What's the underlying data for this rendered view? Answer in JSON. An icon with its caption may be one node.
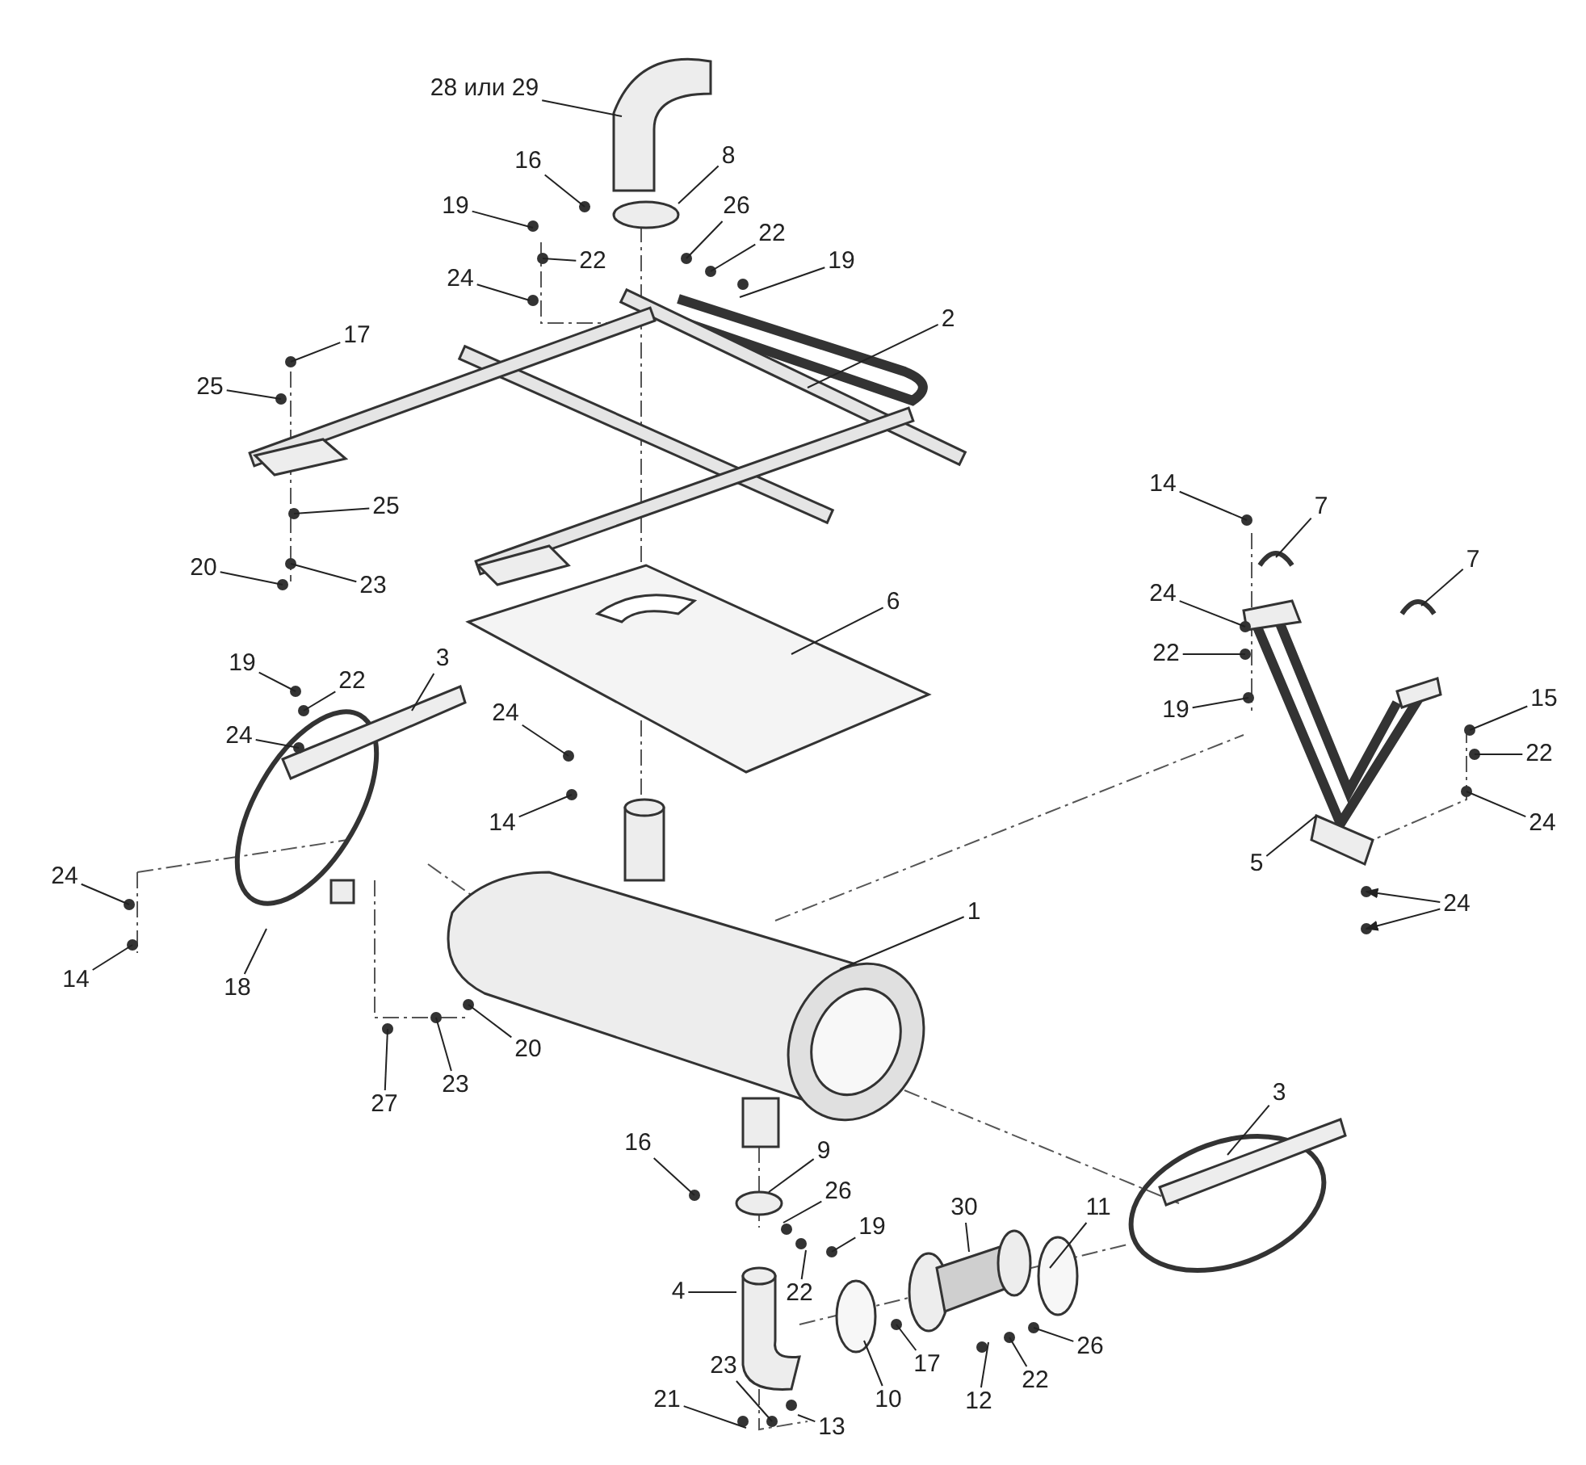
{
  "diagram": {
    "nodes": [
      {
        "text": [
          "28 или 29"
        ]
      },
      {
        "text": [
          "16"
        ]
      },
      {
        "text": [
          "8"
        ]
      },
      {
        "text": [
          "19"
        ]
      },
      {
        "text": [
          "26"
        ]
      },
      {
        "text": [
          "22"
        ]
      },
      {
        "text": [
          "22"
        ]
      },
      {
        "text": [
          "19"
        ]
      },
      {
        "text": [
          "24"
        ]
      },
      {
        "text": [
          "17"
        ]
      },
      {
        "text": [
          "2"
        ]
      },
      {
        "text": [
          "25"
        ]
      },
      {
        "text": [
          "25"
        ]
      },
      {
        "text": [
          "20"
        ]
      },
      {
        "text": [
          "23"
        ]
      },
      {
        "text": [
          "6"
        ]
      },
      {
        "text": [
          "14"
        ]
      },
      {
        "text": [
          "7"
        ]
      },
      {
        "text": [
          "7"
        ]
      },
      {
        "text": [
          "24"
        ]
      },
      {
        "text": [
          "22"
        ]
      },
      {
        "text": [
          "19"
        ]
      },
      {
        "text": [
          "19"
        ]
      },
      {
        "text": [
          "22"
        ]
      },
      {
        "text": [
          "3"
        ]
      },
      {
        "text": [
          "24"
        ]
      },
      {
        "text": [
          "24"
        ]
      },
      {
        "text": [
          "14"
        ]
      },
      {
        "text": [
          "15"
        ]
      },
      {
        "text": [
          "22"
        ]
      },
      {
        "text": [
          "24"
        ]
      },
      {
        "text": [
          "5"
        ]
      },
      {
        "text": [
          "24"
        ]
      },
      {
        "text": [
          "1"
        ]
      },
      {
        "text": [
          "24"
        ]
      },
      {
        "text": [
          "14"
        ]
      },
      {
        "text": [
          "18"
        ]
      },
      {
        "text": [
          "27"
        ]
      },
      {
        "text": [
          "23"
        ]
      },
      {
        "text": [
          "20"
        ]
      },
      {
        "text": [
          "3"
        ]
      },
      {
        "text": [
          "16"
        ]
      },
      {
        "text": [
          "9"
        ]
      },
      {
        "text": [
          "26"
        ]
      },
      {
        "text": [
          "19"
        ]
      },
      {
        "text": [
          "22"
        ]
      },
      {
        "text": [
          "30"
        ]
      },
      {
        "text": [
          "11"
        ]
      },
      {
        "text": [
          "4"
        ]
      },
      {
        "text": [
          "17"
        ]
      },
      {
        "text": [
          "10"
        ]
      },
      {
        "text": [
          "12"
        ]
      },
      {
        "text": [
          "22"
        ]
      },
      {
        "text": [
          "26"
        ]
      },
      {
        "text": [
          "21"
        ]
      },
      {
        "text": [
          "23"
        ]
      },
      {
        "text": [
          "13"
        ]
      }
    ],
    "edges": [
      {
        "from": 0,
        "to": null,
        "arrow": "none"
      },
      {
        "from": 1,
        "to": null,
        "arrow": "none"
      },
      {
        "from": 2,
        "to": null,
        "arrow": "none"
      },
      {
        "from": 3,
        "to": null,
        "arrow": "none"
      },
      {
        "from": 4,
        "to": null,
        "arrow": "none"
      },
      {
        "from": 5,
        "to": null,
        "arrow": "none"
      },
      {
        "from": 6,
        "to": null,
        "arrow": "none"
      },
      {
        "from": 7,
        "to": null,
        "arrow": "none"
      },
      {
        "from": 8,
        "to": null,
        "arrow": "none"
      },
      {
        "from": 9,
        "to": null,
        "arrow": "none"
      },
      {
        "from": 10,
        "to": null,
        "arrow": "none"
      },
      {
        "from": 11,
        "to": null,
        "arrow": "none"
      },
      {
        "from": 12,
        "to": null,
        "arrow": "none"
      },
      {
        "from": 13,
        "to": null,
        "arrow": "none"
      },
      {
        "from": 14,
        "to": null,
        "arrow": "none"
      },
      {
        "from": 15,
        "to": null,
        "arrow": "none"
      },
      {
        "from": 16,
        "to": null,
        "arrow": "none"
      },
      {
        "from": 17,
        "to": null,
        "arrow": "none"
      },
      {
        "from": 18,
        "to": null,
        "arrow": "none"
      },
      {
        "from": 19,
        "to": null,
        "arrow": "none"
      },
      {
        "from": 20,
        "to": null,
        "arrow": "none"
      },
      {
        "from": 21,
        "to": null,
        "arrow": "none"
      },
      {
        "from": 22,
        "to": null,
        "arrow": "none"
      },
      {
        "from": 23,
        "to": null,
        "arrow": "none"
      },
      {
        "from": 24,
        "to": null,
        "arrow": "none"
      },
      {
        "from": 25,
        "to": null,
        "arrow": "none"
      },
      {
        "from": 26,
        "to": null,
        "arrow": "none"
      },
      {
        "from": 27,
        "to": null,
        "arrow": "none"
      },
      {
        "from": 28,
        "to": null,
        "arrow": "none"
      },
      {
        "from": 29,
        "to": null,
        "arrow": "none"
      },
      {
        "from": 30,
        "to": null,
        "arrow": "none"
      },
      {
        "from": 31,
        "to": null,
        "arrow": "none"
      },
      {
        "from": 32,
        "to": null,
        "arrow": "to"
      },
      {
        "from": 32,
        "to": null,
        "arrow": "to"
      },
      {
        "from": 33,
        "to": null,
        "arrow": "none"
      },
      {
        "from": 34,
        "to": null,
        "arrow": "none"
      },
      {
        "from": 35,
        "to": null,
        "arrow": "none"
      },
      {
        "from": 36,
        "to": null,
        "arrow": "none"
      },
      {
        "from": 37,
        "to": null,
        "arrow": "none"
      },
      {
        "from": 38,
        "to": null,
        "arrow": "none"
      },
      {
        "from": 39,
        "to": null,
        "arrow": "none"
      },
      {
        "from": 40,
        "to": null,
        "arrow": "none"
      },
      {
        "from": 41,
        "to": null,
        "arrow": "none"
      },
      {
        "from": 42,
        "to": null,
        "arrow": "none"
      },
      {
        "from": 43,
        "to": null,
        "arrow": "none"
      },
      {
        "from": 44,
        "to": null,
        "arrow": "none"
      },
      {
        "from": 45,
        "to": null,
        "arrow": "none"
      },
      {
        "from": 46,
        "to": null,
        "arrow": "none"
      },
      {
        "from": 47,
        "to": null,
        "arrow": "none"
      },
      {
        "from": 48,
        "to": null,
        "arrow": "none"
      },
      {
        "from": 49,
        "to": null,
        "arrow": "none"
      },
      {
        "from": 50,
        "to": null,
        "arrow": "none"
      },
      {
        "from": 51,
        "to": null,
        "arrow": "none"
      },
      {
        "from": 52,
        "to": null,
        "arrow": "none"
      },
      {
        "from": 53,
        "to": null,
        "arrow": "none"
      },
      {
        "from": 54,
        "to": null,
        "arrow": "none"
      },
      {
        "from": 55,
        "to": null,
        "arrow": "none"
      },
      {
        "from": 56,
        "to": null,
        "arrow": "none"
      }
    ]
  }
}
